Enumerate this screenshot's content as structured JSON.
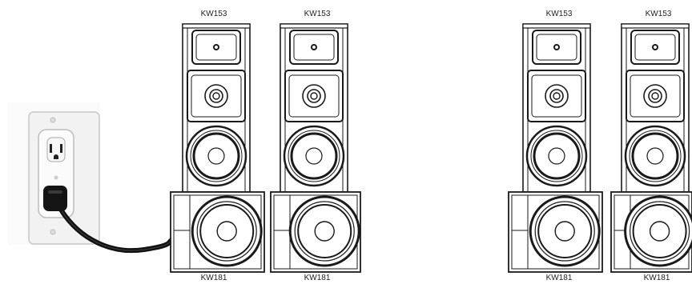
{
  "colors": {
    "line": "#1a1a1a",
    "plate": "#f2f2f2",
    "cord": "#111111",
    "background": "#ffffff"
  },
  "icons": {
    "outlet": "wall-outlet-icon",
    "plug": "power-plug-icon"
  },
  "stacks": [
    {
      "top_label": "KW153",
      "bottom_label": "KW181"
    },
    {
      "top_label": "KW153",
      "bottom_label": "KW181"
    },
    {
      "top_label": "KW153",
      "bottom_label": "KW181"
    },
    {
      "top_label": "KW153",
      "bottom_label": "KW181"
    }
  ]
}
